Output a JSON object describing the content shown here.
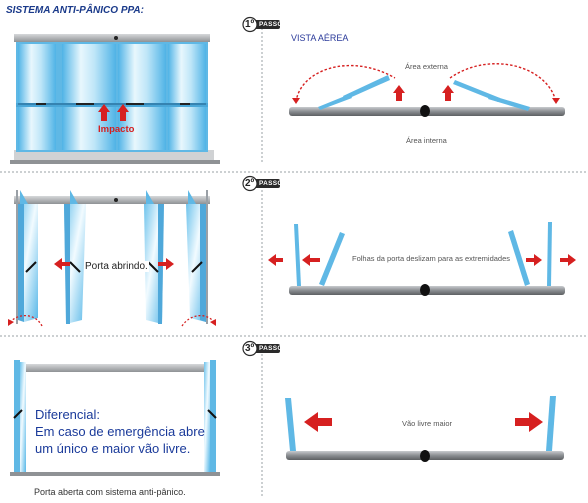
{
  "title": "SISTEMA ANTI-PÂNICO PPA:",
  "steps": [
    {
      "number": "1º",
      "word": "PASSO"
    },
    {
      "number": "2º",
      "word": "PASSO"
    },
    {
      "number": "3º",
      "word": "PASSO"
    }
  ],
  "step1": {
    "vista": "VISTA AÉREA",
    "area_externa": "Área externa",
    "area_interna": "Área interna",
    "impacto": "Impacto"
  },
  "step2": {
    "porta_abrindo": "Porta abrindo.",
    "folhas": "Folhas da porta deslizam para as extremidades"
  },
  "step3": {
    "diferencial_1": "Diferencial:",
    "diferencial_2": "Em caso de emergência abre",
    "diferencial_3": "um único e maior vão livre.",
    "vao": "Vão livre maior",
    "caption": "Porta aberta com sistema anti-pânico."
  },
  "colors": {
    "glass": "#7fc6ea",
    "glass_light": "#d9f0fb",
    "glass_panel": "#5fb8e5",
    "arrow_red": "#d62020",
    "floor": "#8a8d91",
    "frame": "#a8abae",
    "step_badge": "#2a2a2a"
  }
}
